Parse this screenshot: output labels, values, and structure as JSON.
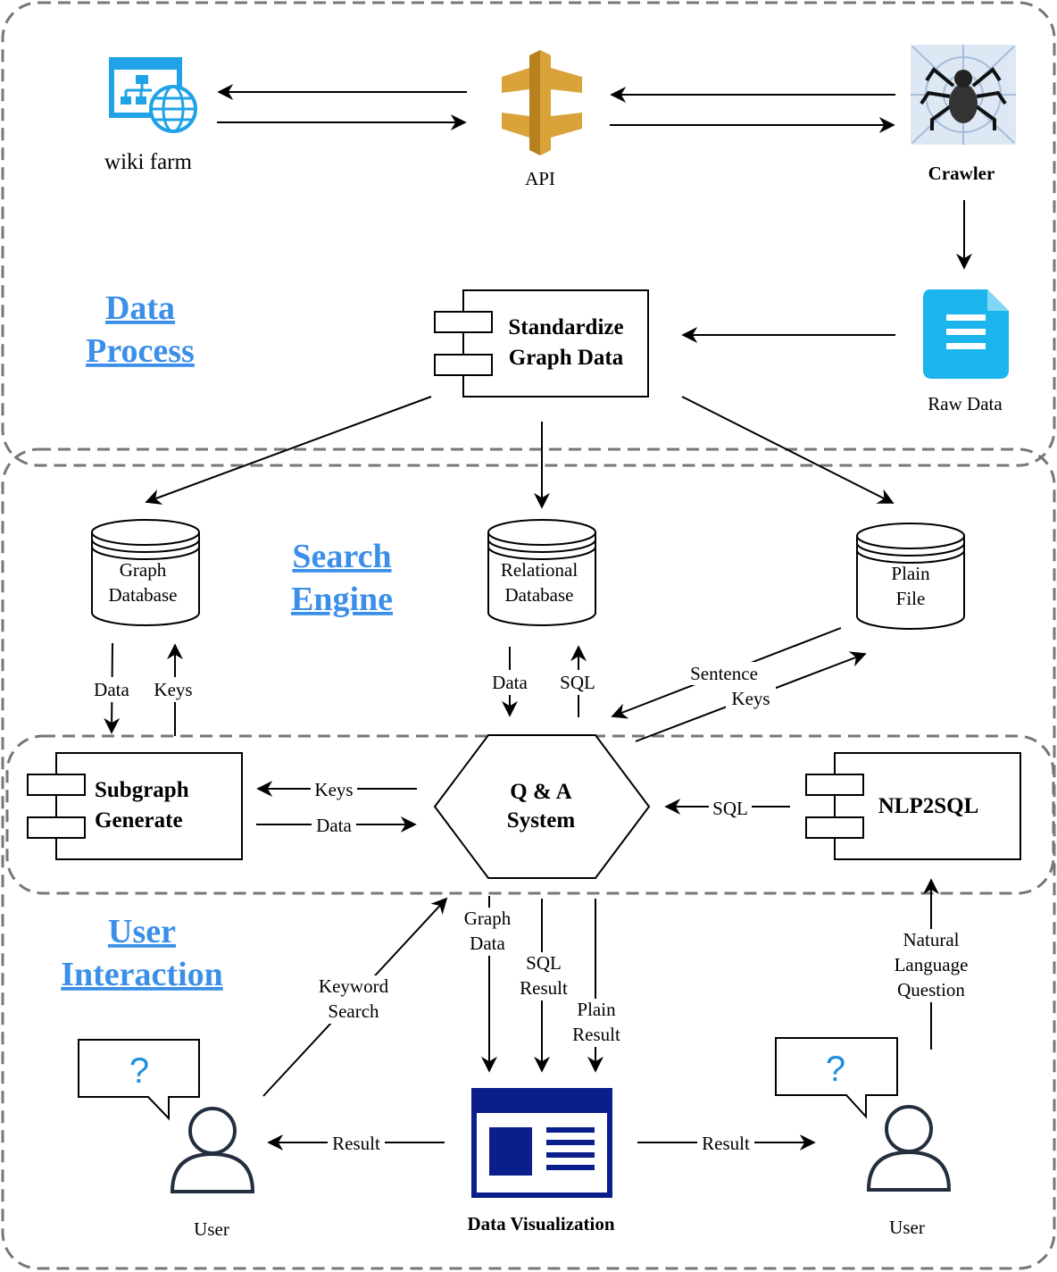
{
  "sections": {
    "data_process": [
      "Data",
      "Process"
    ],
    "search_engine": [
      "Search",
      "Engine"
    ],
    "user_interaction": [
      "User",
      "Interaction"
    ]
  },
  "nodes": {
    "wiki_farm": "wiki farm",
    "api": "API",
    "crawler": "Crawler",
    "raw_data": "Raw Data",
    "standardize": [
      "Standardize",
      "Graph Data"
    ],
    "graph_db": [
      "Graph",
      "Database"
    ],
    "relational_db": [
      "Relational",
      "Database"
    ],
    "plain_file": [
      "Plain",
      "File"
    ],
    "subgraph": [
      "Subgraph",
      "Generate"
    ],
    "qa_system": [
      "Q & A",
      "System"
    ],
    "nlp2sql": "NLP2SQL",
    "data_vis": "Data Visualization",
    "user_left": "User",
    "user_right": "User",
    "question_mark": "?"
  },
  "edge_labels": {
    "gdb_data": "Data",
    "gdb_keys": "Keys",
    "rdb_data": "Data",
    "rdb_sql": "SQL",
    "sentence": "Sentence",
    "keys_plain": "Keys",
    "sub_keys": "Keys",
    "sub_data": "Data",
    "nlp_sql": "SQL",
    "graph_data": [
      "Graph",
      "Data"
    ],
    "sql_result": [
      "SQL",
      "Result"
    ],
    "plain_result": [
      "Plain",
      "Result"
    ],
    "keyword_search": [
      "Keyword",
      "Search"
    ],
    "natural_language": [
      "Natural",
      "Language",
      "Question"
    ],
    "result_left": "Result",
    "result_right": "Result"
  },
  "colors": {
    "section_title": "#3b8fe8",
    "wiki_icon": "#1fa3e6",
    "api_icon": "#d9a33a",
    "raw_data_icon": "#1bb4ec",
    "vis_icon": "#0a1e8c",
    "question_mark": "#1f8ee0",
    "dashed_border": "#777777"
  }
}
